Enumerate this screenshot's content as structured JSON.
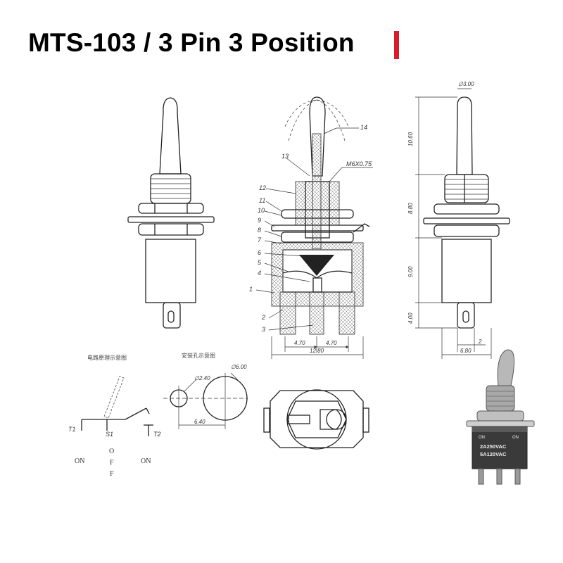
{
  "title": "MTS-103 / 3 Pin 3 Position",
  "accent_color": "#d81e2a",
  "callouts": [
    "1",
    "2",
    "3",
    "4",
    "5",
    "6",
    "7",
    "8",
    "9",
    "10",
    "11",
    "12",
    "13",
    "14"
  ],
  "thread_label": "M6X0.75",
  "dimensions": {
    "knob_dia": "∅3.00",
    "lever_len": "10.60",
    "bushing_len": "8.80",
    "body_len": "9.00",
    "pin_len": "4.00",
    "pin_pitch_a": "4.70",
    "pin_pitch_b": "4.70",
    "body_width": "12.80",
    "pin_width": "2",
    "side_width": "6.80",
    "hole_small": "∅2.40",
    "hole_large": "∅6.00",
    "hole_spacing": "6.40"
  },
  "schematic": {
    "caption": "电路原理示意图",
    "t1": "T1",
    "s1": "S1",
    "t2": "T2",
    "on_left": "ON",
    "off": [
      "O",
      "F",
      "F"
    ],
    "on_right": "ON"
  },
  "mount_caption": "安装孔示意图",
  "product": {
    "on_left": "ON",
    "on_right": "ON",
    "rating_1": "2A250VAC",
    "rating_2": "5A120VAC"
  }
}
